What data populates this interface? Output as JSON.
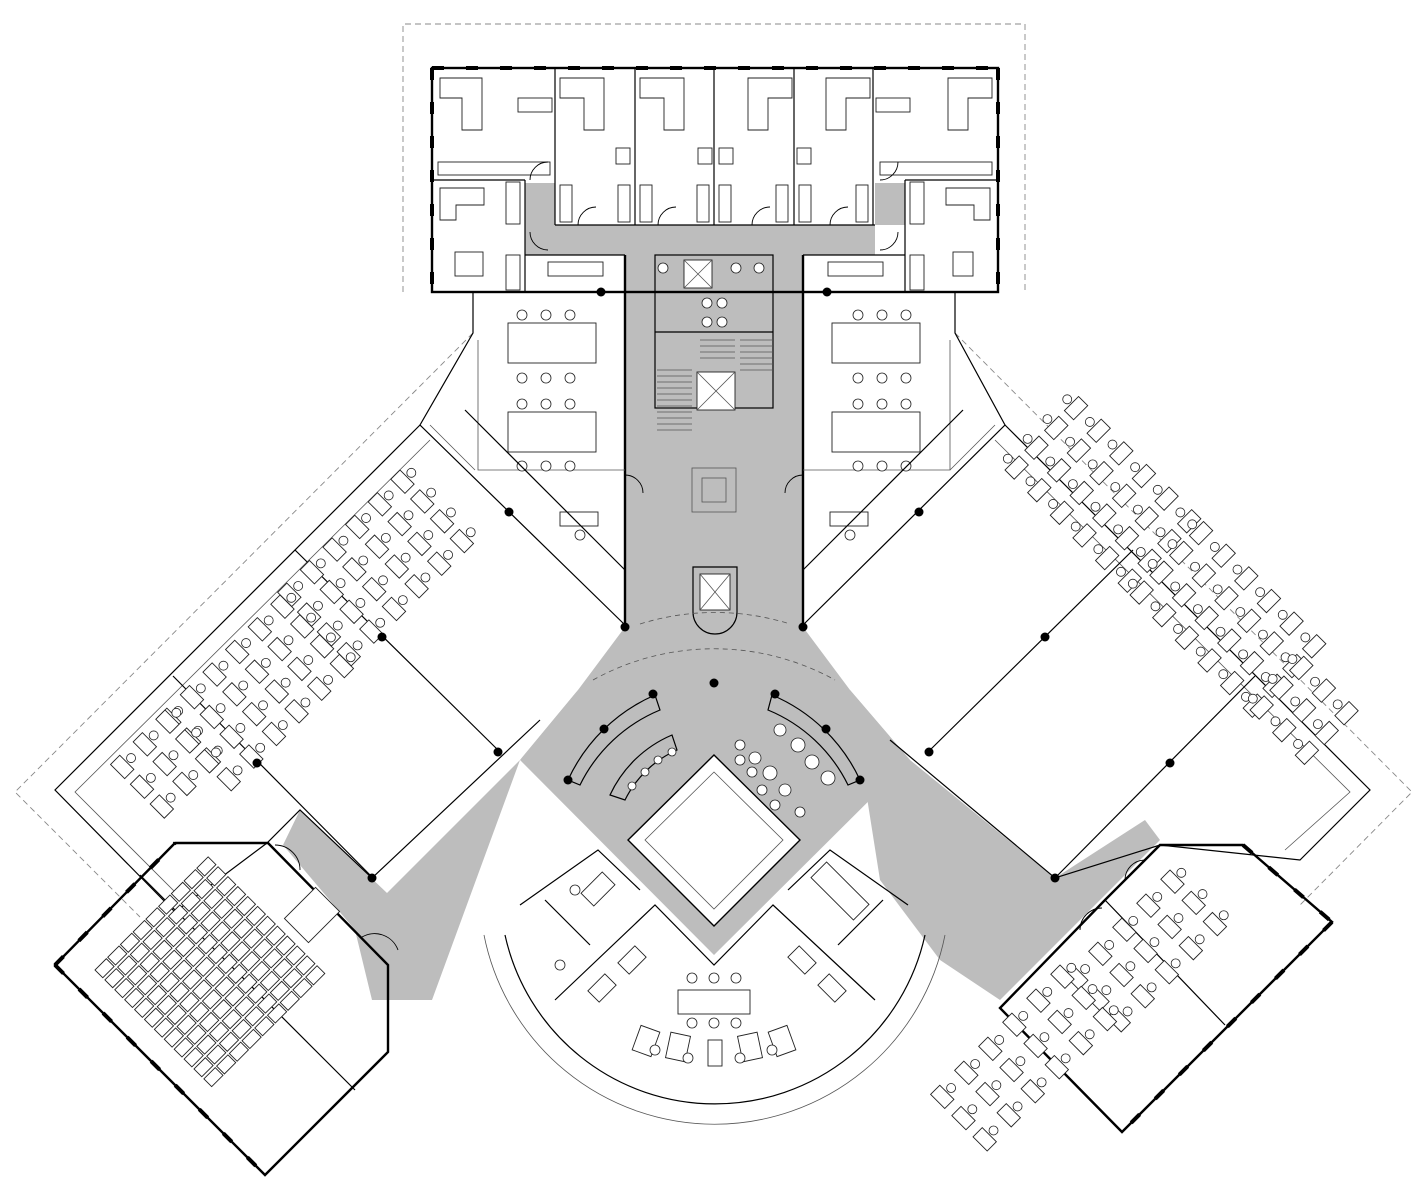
{
  "drawing": {
    "type": "architectural-floor-plan",
    "colors": {
      "background": "#ffffff",
      "wall": "#000000",
      "circulation": "#bdbdbd",
      "furniture_stroke": "#222222",
      "outline": "#888888"
    },
    "wings": [
      "north-office-block",
      "northwest-wing",
      "northeast-wing",
      "southwest-auditorium",
      "southeast-classrooms",
      "south-semicircular-hall"
    ],
    "central_features": [
      "atrium",
      "reception-counters",
      "lift-core",
      "stair-core",
      "toilets"
    ]
  }
}
